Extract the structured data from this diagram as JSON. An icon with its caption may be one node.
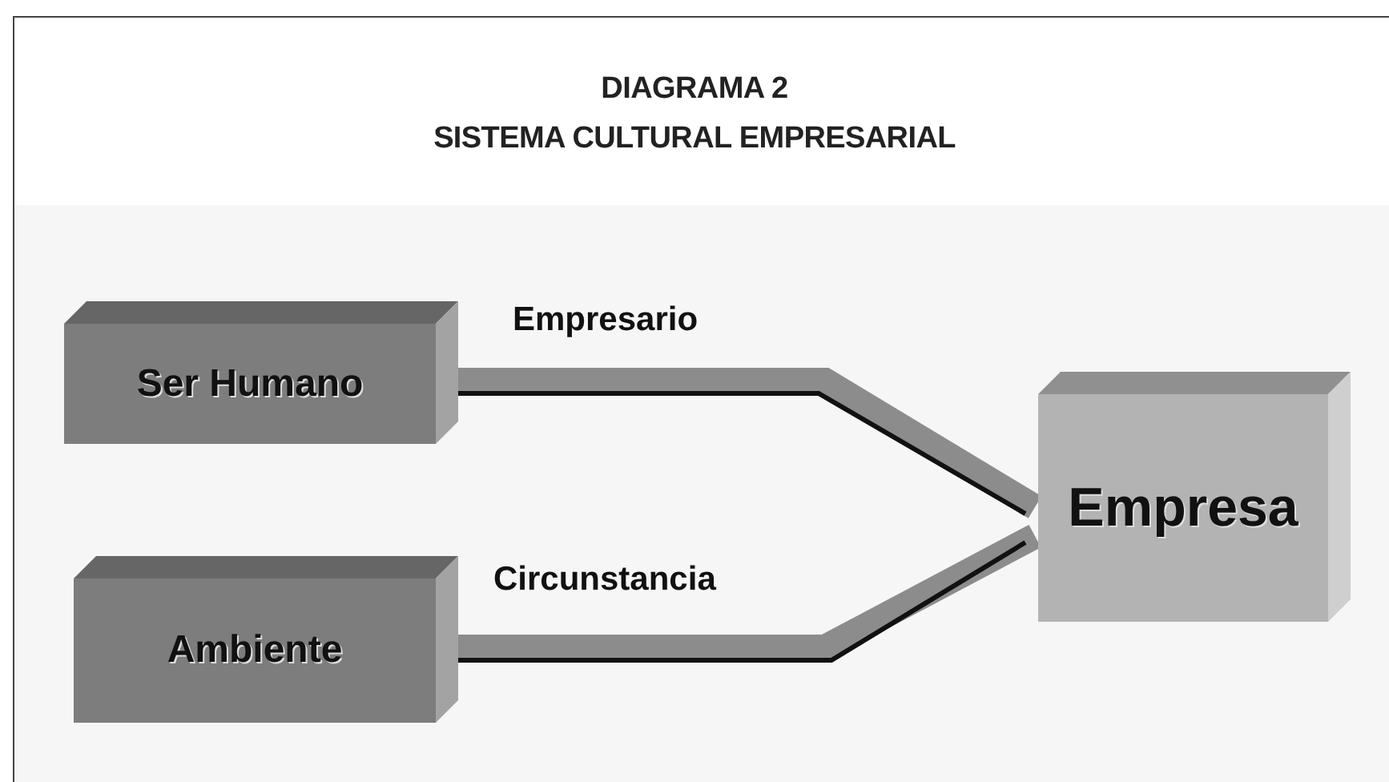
{
  "diagram": {
    "title": "DIAGRAMA 2",
    "nodes": [
      {
        "text": [
          "Ser Humano"
        ]
      },
      {
        "text": [
          "Ambiente"
        ]
      },
      {
        "text": [
          "Empresa"
        ]
      }
    ],
    "edges": [
      {
        "from": 0,
        "to": 2,
        "arrow": "none",
        "label": "Empresario"
      },
      {
        "from": 1,
        "to": 2,
        "arrow": "none",
        "label": "Circunstancia"
      }
    ],
    "labels": [
      "SISTEMA CULTURAL EMPRESARIAL"
    ]
  }
}
